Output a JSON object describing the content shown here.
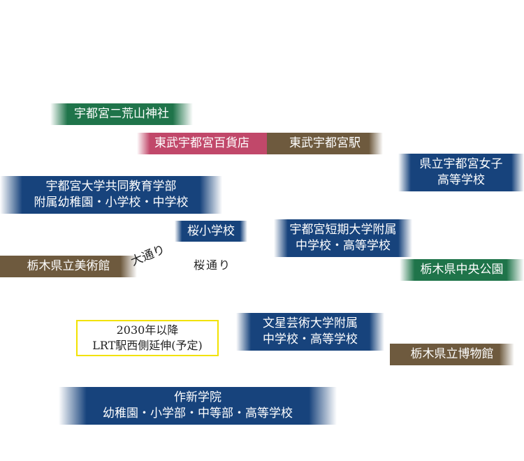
{
  "landmarks": {
    "futaarayama": "宇都宮二荒山神社",
    "tobu_department": "東武宇都宮百貨店",
    "tobu_station": "東武宇都宮駅",
    "prefectural_girls_line1": "県立宇都宮女子",
    "prefectural_girls_line2": "高等学校",
    "university_kindergarten_line1": "宇都宮大学共同教育学部",
    "university_kindergarten_line2": "附属幼稚園・小学校・中学校",
    "sakura_elementary": "桜小学校",
    "junior_college_line1": "宇都宮短期大学附属",
    "junior_college_line2": "中学校・高等学校",
    "art_museum": "栃木県立美術館",
    "central_park": "栃木県中央公園",
    "bunsei_line1": "文星芸術大学附属",
    "bunsei_line2": "中学校・高等学校",
    "museum": "栃木県立博物館",
    "sakushin_line1": "作新学院",
    "sakushin_line2": "幼稚園・小学部・中等部・高等学校"
  },
  "roads": {
    "odori": "大通り",
    "sakura_dori": "桜通り"
  },
  "plan_note": {
    "line1": "2030年以降",
    "line2": "LRT駅西側延伸(予定)"
  },
  "colors": {
    "shrine_green": "#1f744a",
    "department_pink": "#c1486a",
    "station_brown": "#6e5a3e",
    "school_blue": "#17437c",
    "plan_border_yellow": "#f2e200"
  }
}
